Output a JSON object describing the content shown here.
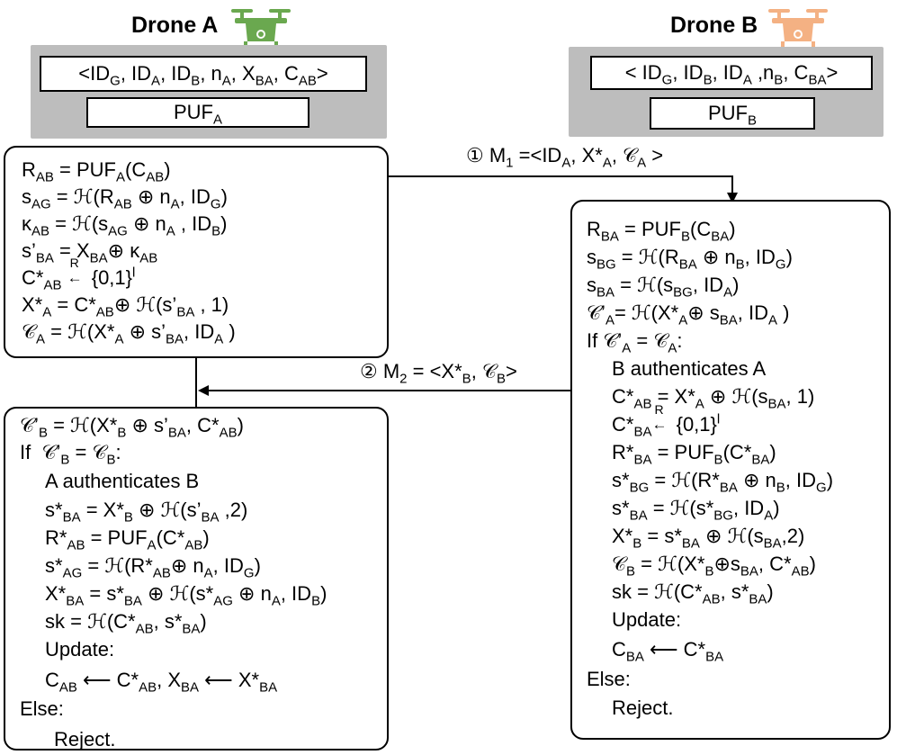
{
  "drone_a": {
    "title": "Drone A",
    "icon": "drone-icon",
    "icon_color": "#6aa84f",
    "storage_tuple": "<IDG, IDA, IDB, nA, XBA, CAB>",
    "puf": "PUFA"
  },
  "drone_b": {
    "title": "Drone B",
    "icon": "drone-icon",
    "icon_color": "#f4b183",
    "storage_tuple": "< IDG, IDB, IDA ,nB, CBA>",
    "puf": "PUFB"
  },
  "messages": {
    "m1": "① M1 =<IDA, X*A, 𝒞A >",
    "m2": "② M2 = <X*B, 𝒞B>"
  },
  "panel_a_top": [
    "RAB = PUFA(CAB)",
    "sAG = ℋ(RAB ⊕ nA, IDG)",
    "κAB = ℋ(sAG ⊕ nA , IDB)",
    "s’BA = XBA⊕ κAB",
    "C*AB ←R {0,1}l",
    "X*A = C*AB⊕ ℋ(s’BA , 1)",
    "𝒞A = ℋ(X*A ⊕ s’BA, IDA )"
  ],
  "panel_b": [
    "RBA = PUFB(CBA)",
    "sBG = ℋ(RBA ⊕ nB, IDG)",
    "sBA = ℋ(sBG, IDA)",
    "𝒞’A= ℋ(X*A⊕ sBA, IDA )",
    "If 𝒞’A = 𝒞A:",
    "B authenticates A",
    "C*AB = X*A ⊕ ℋ(sBA, 1)",
    "C*BA ←R {0,1}l",
    "R*BA = PUFB(C*BA)",
    "s*BG = ℋ(R*BA ⊕ nB, IDG)",
    "s*BA = ℋ(s*BG, IDA)",
    "X*B = s*BA ⊕ ℋ(sBA,2)",
    "𝒞B = ℋ(X*B⊕sBA, C*AB)",
    "sk = ℋ(C*AB, s*BA)",
    "Update:",
    "CBA ⟵ C*BA",
    "Else:",
    "Reject."
  ],
  "panel_a_bottom": [
    "𝒞’B = ℋ(X*B ⊕ s’BA, C*AB)",
    "If 𝒞’B = 𝒞B:",
    "A authenticates B",
    "s*BA = X*B ⊕ ℋ(s’BA ,2)",
    "R*AB = PUFA(C*AB)",
    "s*AG = ℋ(R*AB⊕ nA, IDG)",
    "X*BA = s*BA ⊕ ℋ(s*AG ⊕ nA, IDB)",
    "sk = ℋ(C*AB, s*BA)",
    "Update:",
    "CAB ⟵ C*AB, XBA ⟵ X*BA",
    "Else:",
    "Reject."
  ]
}
